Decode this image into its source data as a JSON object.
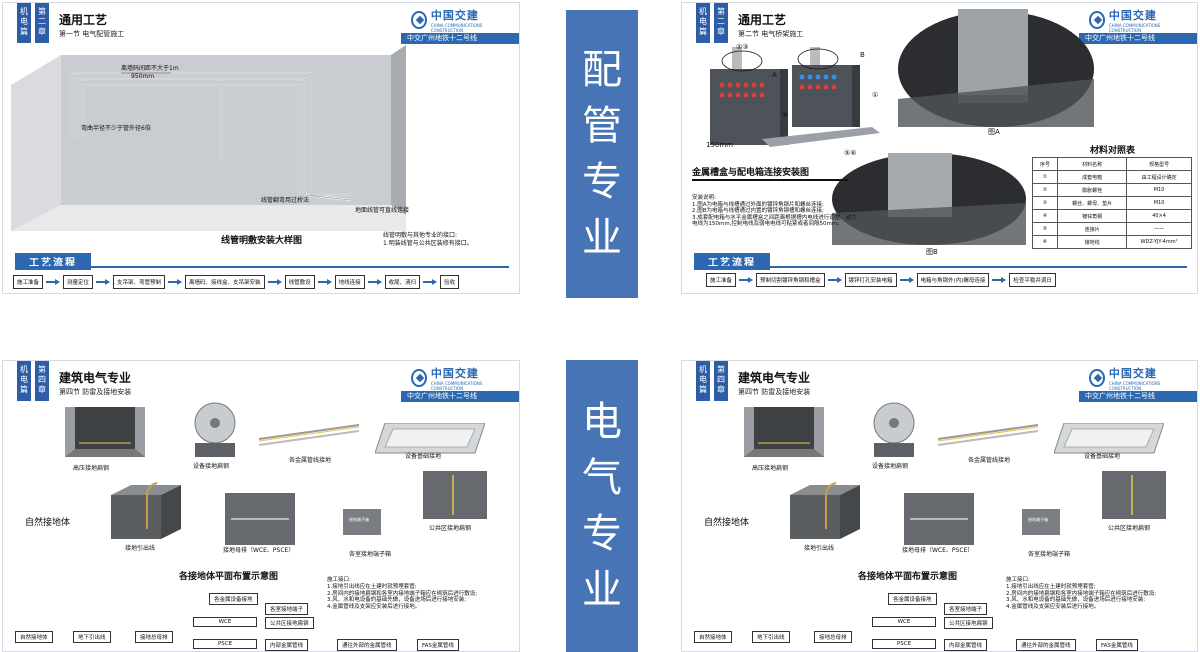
{
  "bands": {
    "top": [
      "配",
      "管",
      "专",
      "业"
    ],
    "bottom": [
      "电",
      "气",
      "专",
      "业"
    ]
  },
  "common": {
    "logo_cn": "中国交建",
    "logo_en": "CHINA COMMUNICATIONS CONSTRUCTION",
    "project": "中交广州地铁十二号线"
  },
  "slide_tl": {
    "tag1": "机电篇",
    "tag2": "第二章",
    "title": "通用工艺",
    "subtitle": "第一节 电气配管施工",
    "labels": {
      "wall_dist": "离墙码间距不大于1m",
      "dim": "950mm",
      "bend": "弯曲半径不少于管外径6倍",
      "bridge": "线管翻弯用过桥法",
      "floor": "地面线管可直线连接",
      "diagram": "线管明敷安装大样图",
      "note_title": "线管明敷与其他专业的接口:",
      "note_1": "1.明装线管与公共区装修有接口。"
    },
    "flow_title": "工艺流程",
    "flow": [
      "施工准备",
      "测量定位",
      "支吊架、弯管预制",
      "离墙码、接线盒、支吊架安装",
      "线管敷设",
      "地线连接",
      "收尾、清扫",
      "验收"
    ]
  },
  "slide_tr": {
    "tag1": "机电篇",
    "tag2": "第二章",
    "title": "通用工艺",
    "subtitle": "第二节 电气桥架施工",
    "labels": {
      "n23": "②③",
      "A": "A",
      "B": "B",
      "n1": "①",
      "n4": "④",
      "n56": "⑤⑥",
      "dim": "150mm",
      "figA": "图A",
      "figB": "图B",
      "heading": "金属槽盒与配电箱连接安装图",
      "note_title": "安装说明:",
      "note_1": "1.图A为电箱与线槽通过外面的镀锌角钢片和螺丝连接;",
      "note_2": "2.图B为电箱与线槽通过内置的镀锌角钢槽和螺丝连接;",
      "note_3": "3.成套配电箱与水平金属槽盒之间距离根据槽内电线进行调整。动力电线为150mm,控制电线及弱电电线可贴紧或者间隔50mm。"
    },
    "table": {
      "title": "材料对照表",
      "headers": [
        "序号",
        "材料名称",
        "规格型号"
      ],
      "rows": [
        [
          "①",
          "成套电箱",
          "由工程设计确定"
        ],
        [
          "②",
          "膨胀螺栓",
          "M10"
        ],
        [
          "③",
          "螺丝、螺母、垫片",
          "M10"
        ],
        [
          "④",
          "镀锌角钢",
          "40×4"
        ],
        [
          "⑤",
          "连接片",
          "——"
        ],
        [
          "⑥",
          "接地线",
          "WDZ-YJY-4mm²"
        ]
      ]
    },
    "flow_title": "工艺流程",
    "flow": [
      "施工准备",
      "预制切割镀锌角钢和槽盒",
      "镀锌打孔安装电箱",
      "电箱与角钢外(内)螺母连接",
      "检查平稳并调日"
    ]
  },
  "slide_bl": {
    "tag1": "机电篇",
    "tag2": "第四章",
    "title": "建筑电气专业",
    "subtitle": "第四节 防雷及接地安装",
    "labels": {
      "hv": "高压接地扁钢",
      "equip": "设备接地扁钢",
      "pipe": "各金属管线接地",
      "base": "设备基础接地",
      "natural": "自然接地体",
      "lead": "接地引出线",
      "bus": "接地母排（WCE、PSCE）",
      "public": "公共区接地扁钢",
      "room": "各室接地端子箱",
      "plate": "接地端子箱",
      "diagram": "各接地体平面布置示意图",
      "note_title": "施工接口:",
      "note_1": "1.接地引出线应在土建时就预埋套管;",
      "note_2": "2.房间内的接地扁钢和各室内接地端子箱应在砌筑后进行敷设;",
      "note_3": "3.风、水和电设备的基础先做，设备进场后进行接地安装;",
      "note_4": "4.金属管线及支架应安装后进行接地。"
    },
    "diagram_boxes": {
      "equip_ground": "各金属设备接地",
      "room_term": "各室接地端子",
      "wce": "WCE",
      "public_steel": "公共区接地扁钢",
      "natural": "自然接地体",
      "down": "地下引出线",
      "bus": "接地总母排",
      "psce": "PSCE",
      "inner": "内部金属管线",
      "outer": "通往外部的金属管线",
      "fas": "FAS金属管线"
    }
  },
  "slide_br": {
    "tag1": "机电篇",
    "tag2": "第四章",
    "title": "建筑电气专业",
    "subtitle": "第四节 防雷及接地安装",
    "labels": {
      "hv": "高压接地扁钢",
      "equip": "设备接地扁钢",
      "pipe": "各金属管线接地",
      "base": "设备基础接地",
      "natural": "自然接地体",
      "lead": "接地引出线",
      "bus": "接地母排（WCE、PSCE）",
      "public": "公共区接地扁钢",
      "room": "各室接地端子箱",
      "plate": "接地端子箱",
      "diagram": "各接地体平面布置示意图",
      "note_title": "施工接口:",
      "note_1": "1.接地引出线应在土建时就预埋套管;",
      "note_2": "2.房间内的接地扁钢和各室内接地端子箱应在砌筑后进行敷设;",
      "note_3": "3.风、水和电设备的基础先做，设备进场后进行接地安装;",
      "note_4": "4.金属管线及支架应安装后进行接地。"
    },
    "diagram_boxes": {
      "equip_ground": "各金属设备接地",
      "room_term": "各室接地端子",
      "wce": "WCE",
      "public_steel": "公共区接地扁钢",
      "natural": "自然接地体",
      "down": "地下引出线",
      "bus": "接地总母排",
      "psce": "PSCE",
      "inner": "内部金属管线",
      "outer": "通往外部的金属管线",
      "fas": "FAS金属管线"
    }
  }
}
